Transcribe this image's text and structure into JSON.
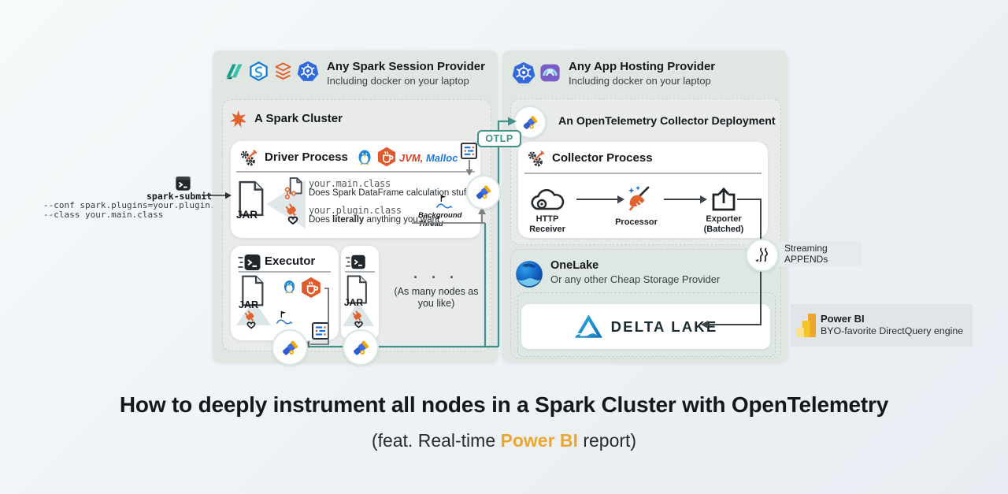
{
  "colors": {
    "accent_teal": "#3f918a",
    "jvm_red": "#d8432a",
    "malloc_blue": "#1d7ad8",
    "powerbi_orange": "#eea62e",
    "spark_orange": "#e2622e",
    "kubernetes_blue": "#3069de",
    "java_orange": "#df5b2b",
    "delta_blue": "#1173b4",
    "onelake_blue": "#1565c8"
  },
  "left_panel": {
    "header": {
      "title": "Any Spark Session Provider",
      "subtitle": "Including docker on your laptop"
    },
    "cluster": {
      "title": "A Spark Cluster",
      "driver": {
        "title": "Driver Process",
        "jvm_label": "JVM,",
        "malloc_label": "Malloc",
        "metrics_label": "Metrics",
        "jar_label": "JAR",
        "main_class": "your.main.class",
        "main_desc": "Does Spark DataFrame calculation stuff",
        "plugin_class": "your.plugin.class",
        "plugin_desc_pre": "Does ",
        "plugin_desc_bold": "literally",
        "plugin_desc_post": " anything you want",
        "background_thread_label": "Background Thread"
      },
      "executor1": {
        "title": "Executor",
        "jar_label": "JAR"
      },
      "executor2": {
        "jar_label": "JAR"
      },
      "more_nodes_dots": "·  ·  ·",
      "more_nodes_line1": "(As many nodes as",
      "more_nodes_line2": "you like)"
    }
  },
  "spark_submit": {
    "command": "spark-submit",
    "arg1": "--conf spark.plugins=your.plugin.class",
    "arg2": "--class your.main.class"
  },
  "otlp_label": "OTLP",
  "right_panel": {
    "header": {
      "title": "Any App Hosting Provider",
      "subtitle": "Including docker on your laptop"
    },
    "otel_deployment": {
      "title": "An OpenTelemetry Collector Deployment",
      "collector": {
        "title": "Collector Process",
        "receiver_line1": "HTTP",
        "receiver_line2": "Receiver",
        "processor_label": "Processor",
        "exporter_line1": "Exporter",
        "exporter_line2": "(Batched)"
      }
    },
    "onelake": {
      "title": "OneLake",
      "subtitle": "Or any other Cheap Storage Provider",
      "delta_lake_label": "DELTA LAKE"
    }
  },
  "streaming_label": "Streaming APPENDs",
  "powerbi": {
    "title": "Power BI",
    "subtitle": "BYO-favorite DirectQuery engine"
  },
  "caption": {
    "title": "How to deeply instrument all nodes in a Spark Cluster with OpenTelemetry",
    "subtitle_pre": "(feat. Real-time ",
    "subtitle_highlight": "Power BI",
    "subtitle_post": " report)"
  }
}
